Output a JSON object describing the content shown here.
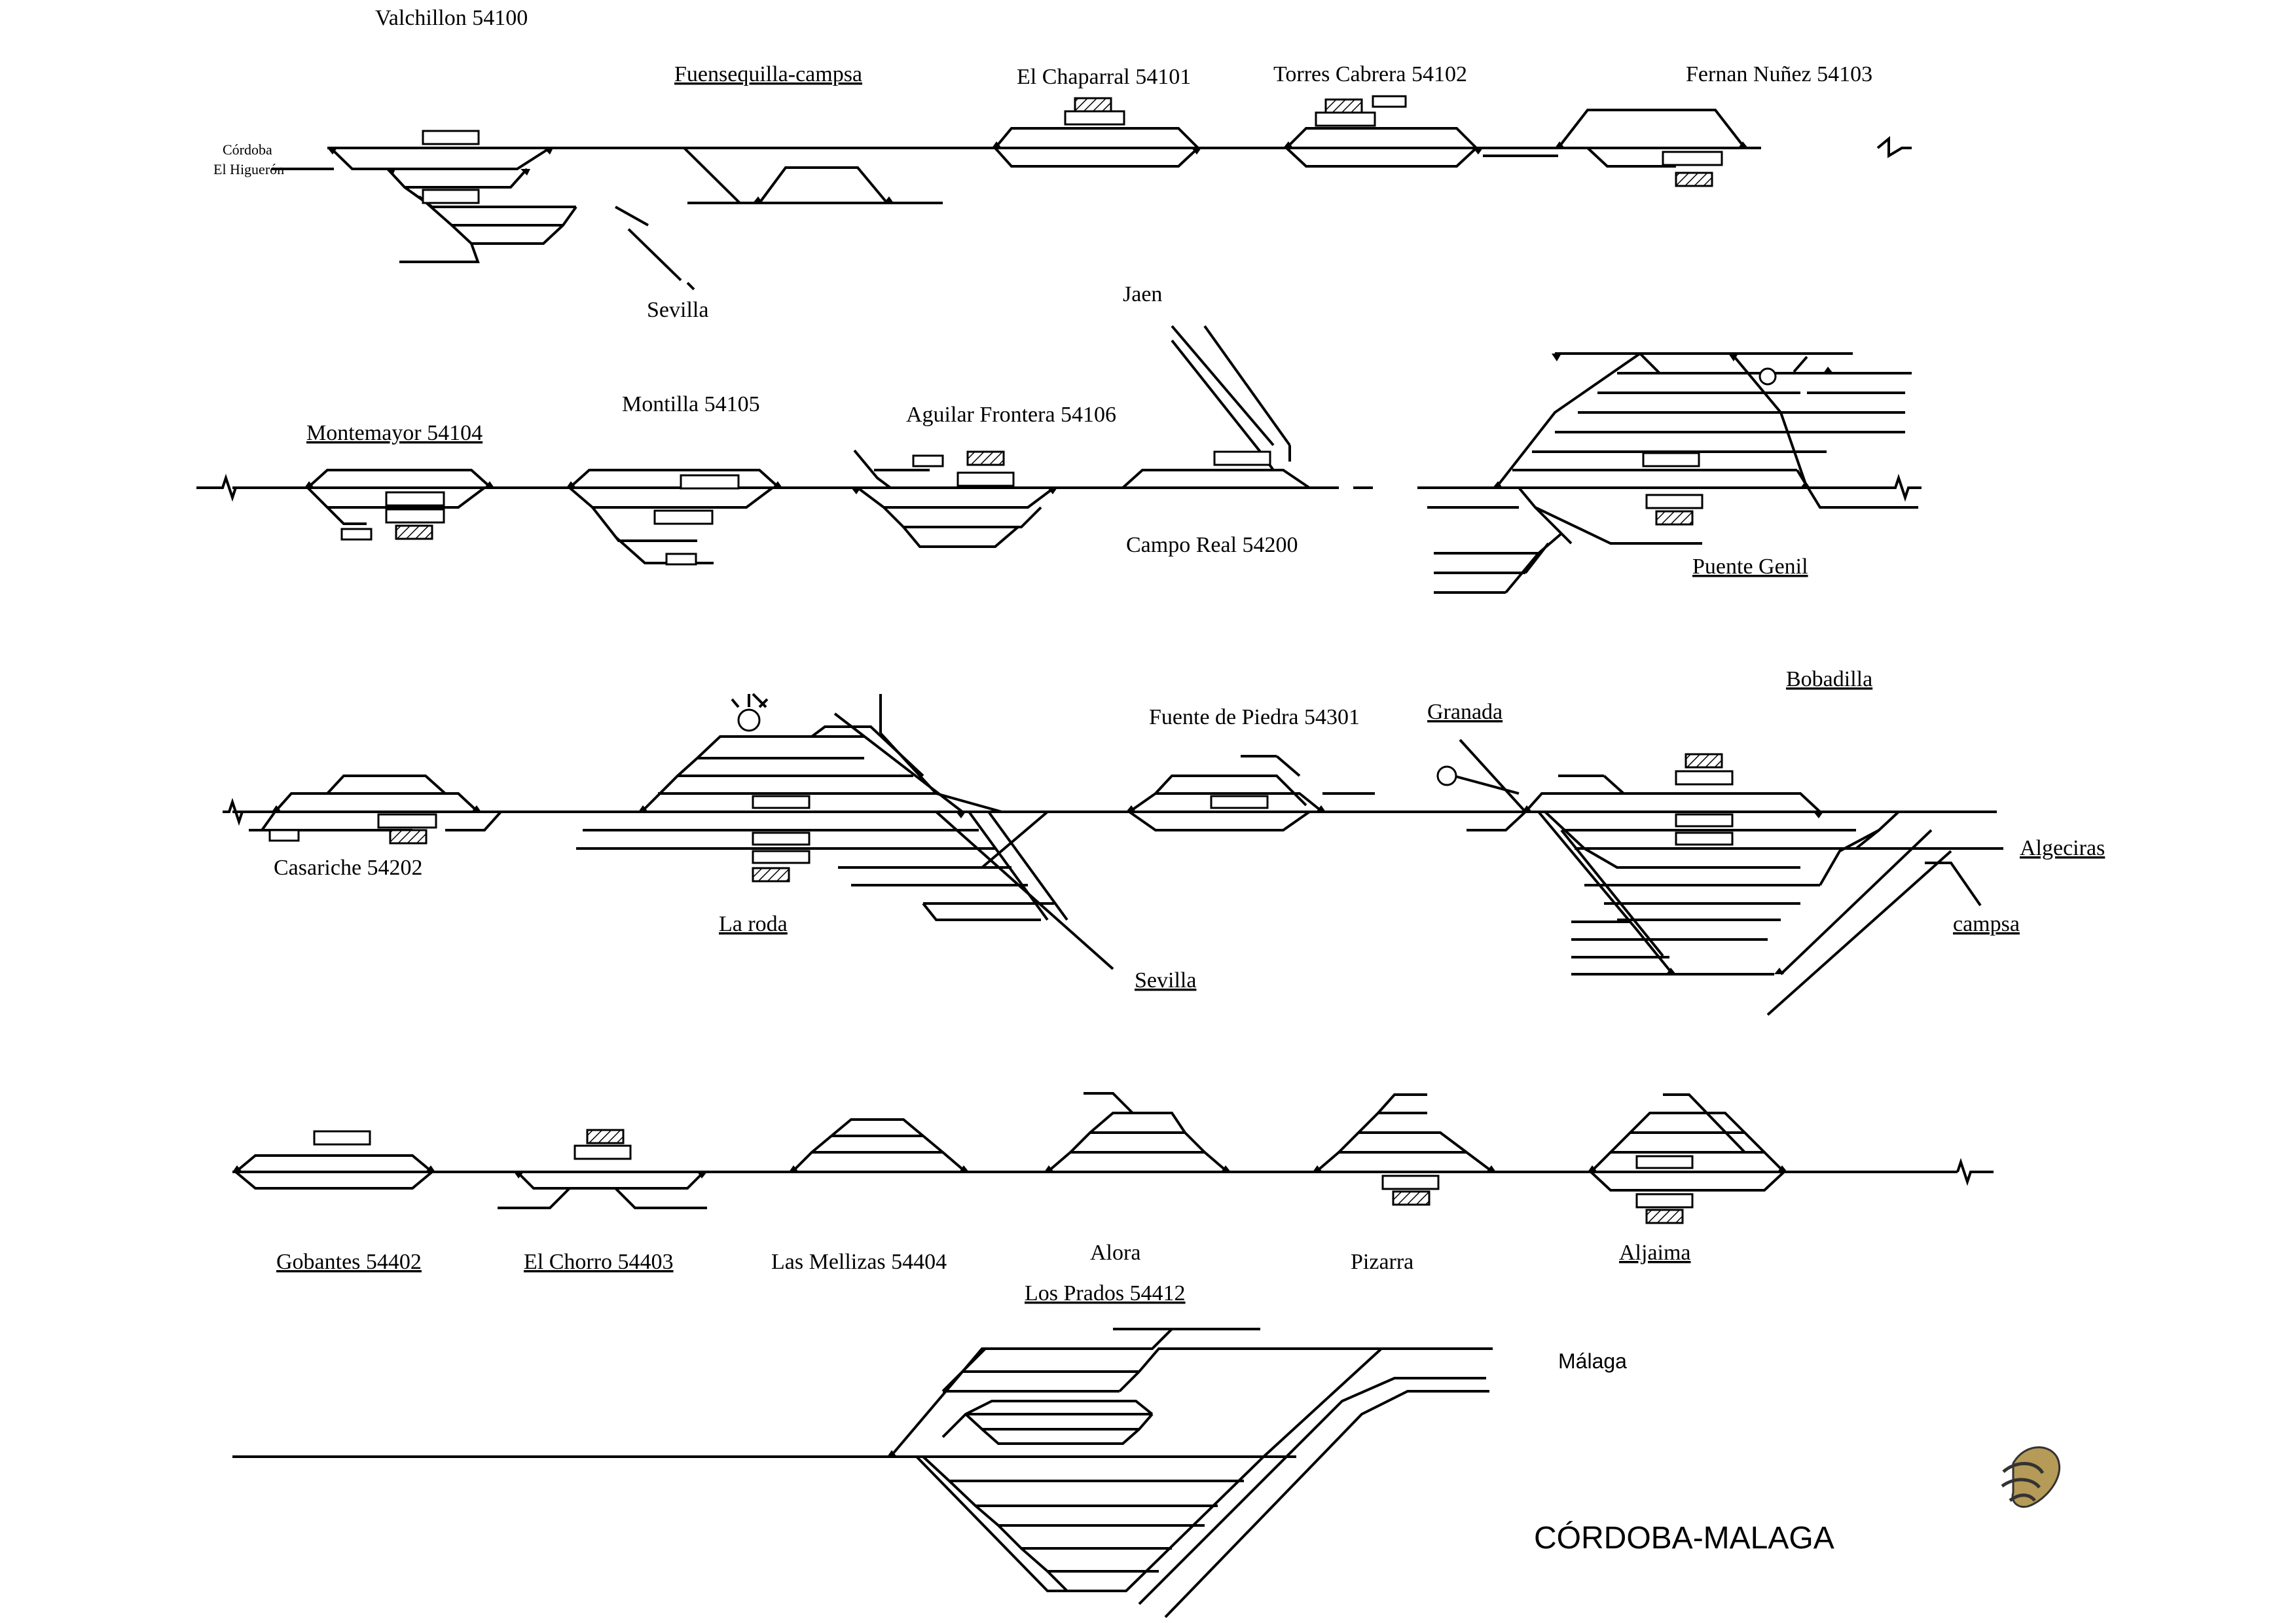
{
  "diagram_title": "CÓRDOBA-MALAGA",
  "origin_labels": {
    "line1": "Córdoba",
    "line2": "El Higuerón"
  },
  "stations": {
    "valchillon": "Valchillon 54100",
    "fuensequilla": "Fuensequilla-campsa",
    "el_chaparral": "El Chaparral 54101",
    "torres_cabrera": "Torres Cabrera 54102",
    "fernan_nunez": "Fernan Nuñez 54103",
    "montemayor": "Montemayor 54104",
    "montilla": "Montilla 54105",
    "aguilar": "Aguilar Frontera 54106",
    "campo_real": "Campo Real 54200",
    "puente_genil": "Puente Genil",
    "casariche": "Casariche 54202",
    "la_roda": "La roda",
    "fuente_piedra": "Fuente de Piedra 54301",
    "bobadilla": "Bobadilla",
    "gobantes": "Gobantes 54402",
    "el_chorro": "El Chorro 54403",
    "las_mellizas": "Las Mellizas 54404",
    "alora": "Alora",
    "pizarra": "Pizarra",
    "aljaima": "Aljaima",
    "los_prados": "Los Prados 54412"
  },
  "branches": {
    "sevilla_1": "Sevilla",
    "jaen": "Jaen",
    "granada": "Granada",
    "algeciras": "Algeciras",
    "campsa": "campsa",
    "sevilla_2": "Sevilla",
    "malaga": "Málaga"
  }
}
